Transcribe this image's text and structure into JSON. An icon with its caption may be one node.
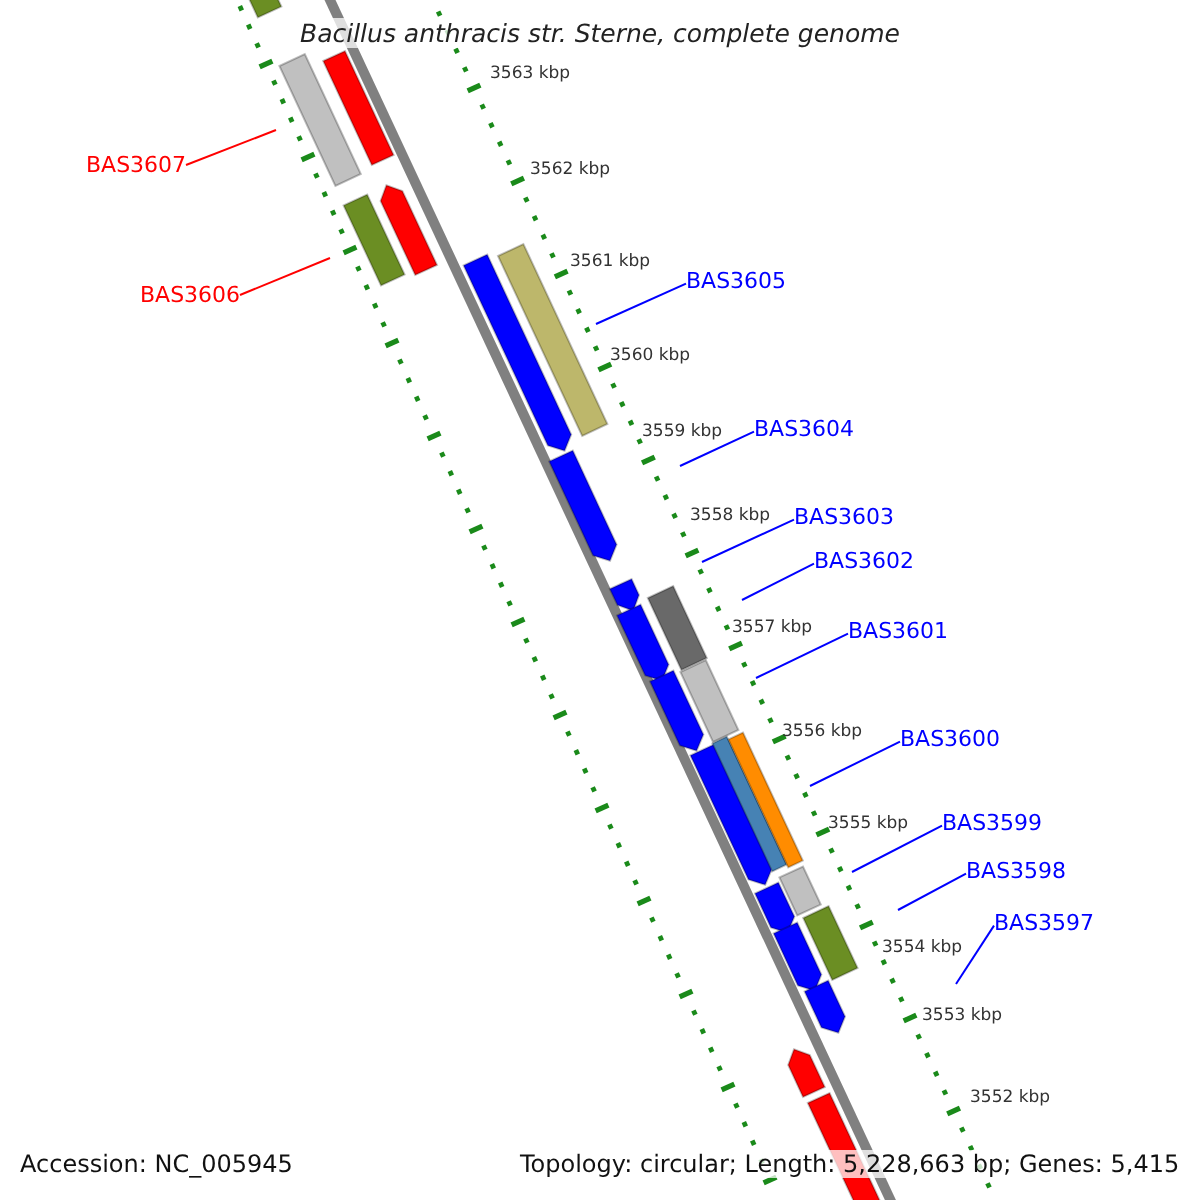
{
  "diagram": {
    "title": "Bacillus anthracis str. Sterne, complete genome",
    "nodes": [
      {
        "text": [
          "BAS3607"
        ]
      },
      {
        "text": [
          "BAS3605"
        ]
      },
      {
        "text": [
          "BAS3606"
        ]
      },
      {
        "text": [
          "BAS3604"
        ]
      },
      {
        "text": [
          "BAS3603"
        ]
      },
      {
        "text": [
          "BAS3602"
        ]
      },
      {
        "text": [
          "BAS3601"
        ]
      },
      {
        "text": [
          "BAS3600"
        ]
      },
      {
        "text": [
          "BAS3599"
        ]
      },
      {
        "text": [
          "BAS3598"
        ]
      },
      {
        "text": [
          "BAS3597"
        ]
      }
    ],
    "edges": [
      {
        "from": 0,
        "to": null,
        "arrow": "none",
        "color": "#ff0000"
      },
      {
        "from": 1,
        "to": null,
        "arrow": "none"
      },
      {
        "from": 2,
        "to": null,
        "arrow": "none",
        "color": "#ff0000"
      },
      {
        "from": 3,
        "to": null,
        "arrow": "none"
      },
      {
        "from": 4,
        "to": null,
        "arrow": "none"
      },
      {
        "from": 5,
        "to": null,
        "arrow": "none"
      },
      {
        "from": 6,
        "to": null,
        "arrow": "none"
      },
      {
        "from": 7,
        "to": null,
        "arrow": "none"
      },
      {
        "from": 8,
        "to": null,
        "arrow": "none"
      },
      {
        "from": 9,
        "to": null,
        "arrow": "none"
      },
      {
        "from": 10,
        "to": null,
        "arrow": "none"
      }
    ],
    "labels": [
      "3563 kbp",
      "3562 kbp",
      "3561 kbp",
      "3560 kbp",
      "3559 kbp",
      "3558 kbp",
      "3557 kbp",
      "3556 kbp",
      "3555 kbp",
      "3554 kbp",
      "3553 kbp",
      "3552 kbp",
      "Accession: NC_005945",
      "Topology: circular; Length: 5,228,663 bp; Genes: 5,415"
    ]
  }
}
